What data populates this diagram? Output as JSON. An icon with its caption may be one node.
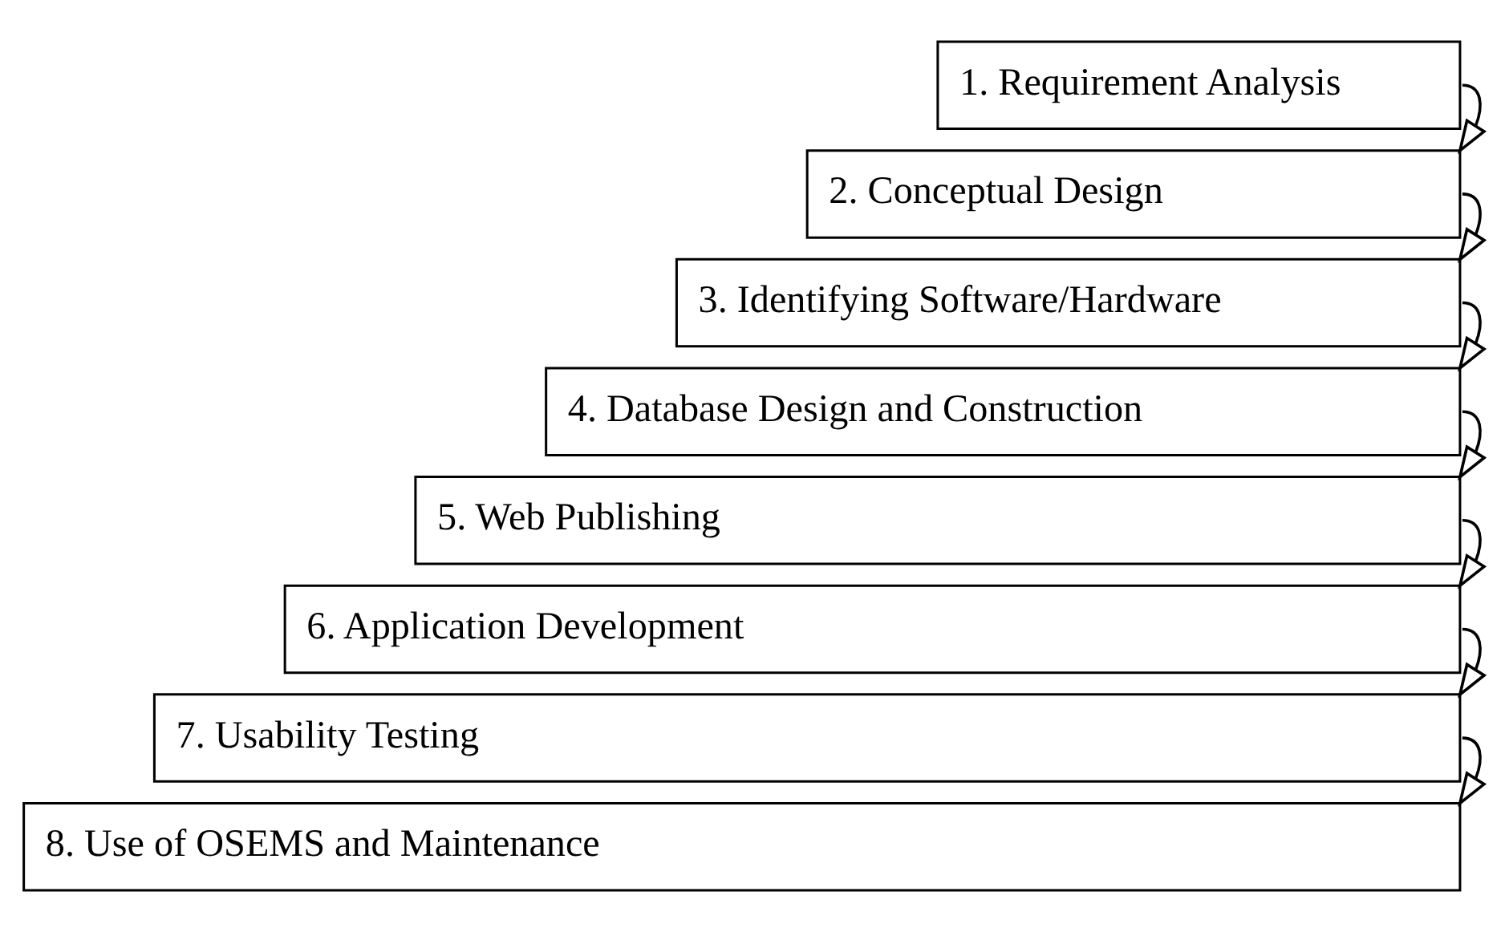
{
  "diagram": {
    "nodes": [
      {
        "text": [
          "1. Requirement Analysis"
        ]
      },
      {
        "text": [
          "2. Conceptual Design"
        ]
      },
      {
        "text": [
          "3. Identifying Software/Hardware"
        ]
      },
      {
        "text": [
          "4. Database Design and Construction"
        ]
      },
      {
        "text": [
          "5. Web Publishing"
        ]
      },
      {
        "text": [
          "6. Application Development"
        ]
      },
      {
        "text": [
          "7. Usability Testing"
        ]
      },
      {
        "text": [
          "8. Use of OSEMS and Maintenance"
        ]
      }
    ],
    "edges": [
      {
        "from": 0,
        "to": 1,
        "arrow": "to"
      },
      {
        "from": 1,
        "to": 2,
        "arrow": "to"
      },
      {
        "from": 2,
        "to": 3,
        "arrow": "to"
      },
      {
        "from": 3,
        "to": 4,
        "arrow": "to"
      },
      {
        "from": 4,
        "to": 5,
        "arrow": "to"
      },
      {
        "from": 5,
        "to": 6,
        "arrow": "to"
      },
      {
        "from": 6,
        "to": 7,
        "arrow": "to"
      }
    ]
  }
}
